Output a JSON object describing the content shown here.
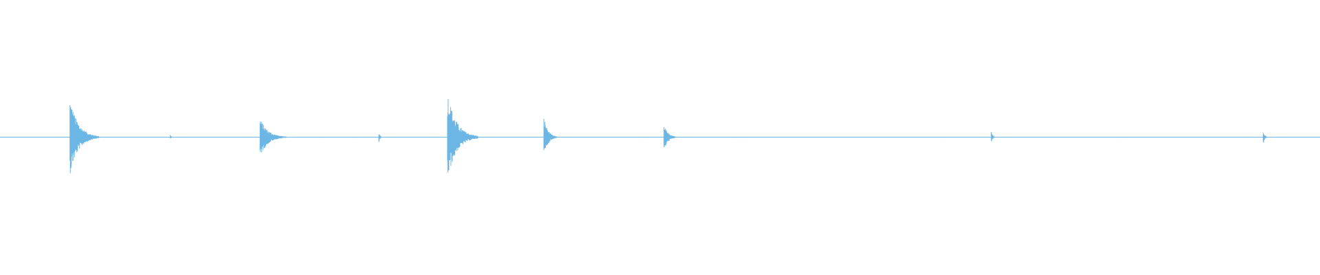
{
  "waveform": {
    "color": "#6cb6e6",
    "background": "#ffffff",
    "baseline_level": 0.0,
    "duration_fraction_end": 1.0,
    "transients": [
      {
        "position": 0.053,
        "peak_up": 0.82,
        "peak_down": 0.78,
        "decay": 0.022
      },
      {
        "position": 0.129,
        "peak_up": 0.05,
        "peak_down": 0.03,
        "decay": 0.003
      },
      {
        "position": 0.197,
        "peak_up": 0.41,
        "peak_down": 0.41,
        "decay": 0.02
      },
      {
        "position": 0.287,
        "peak_up": 0.11,
        "peak_down": 0.11,
        "decay": 0.003
      },
      {
        "position": 0.339,
        "peak_up": 0.95,
        "peak_down": 0.92,
        "decay": 0.023
      },
      {
        "position": 0.412,
        "peak_up": 0.44,
        "peak_down": 0.44,
        "decay": 0.01
      },
      {
        "position": 0.503,
        "peak_up": 0.27,
        "peak_down": 0.3,
        "decay": 0.01
      },
      {
        "position": 0.751,
        "peak_up": 0.16,
        "peak_down": 0.13,
        "decay": 0.003
      },
      {
        "position": 0.957,
        "peak_up": 0.17,
        "peak_down": 0.15,
        "decay": 0.003
      }
    ]
  }
}
